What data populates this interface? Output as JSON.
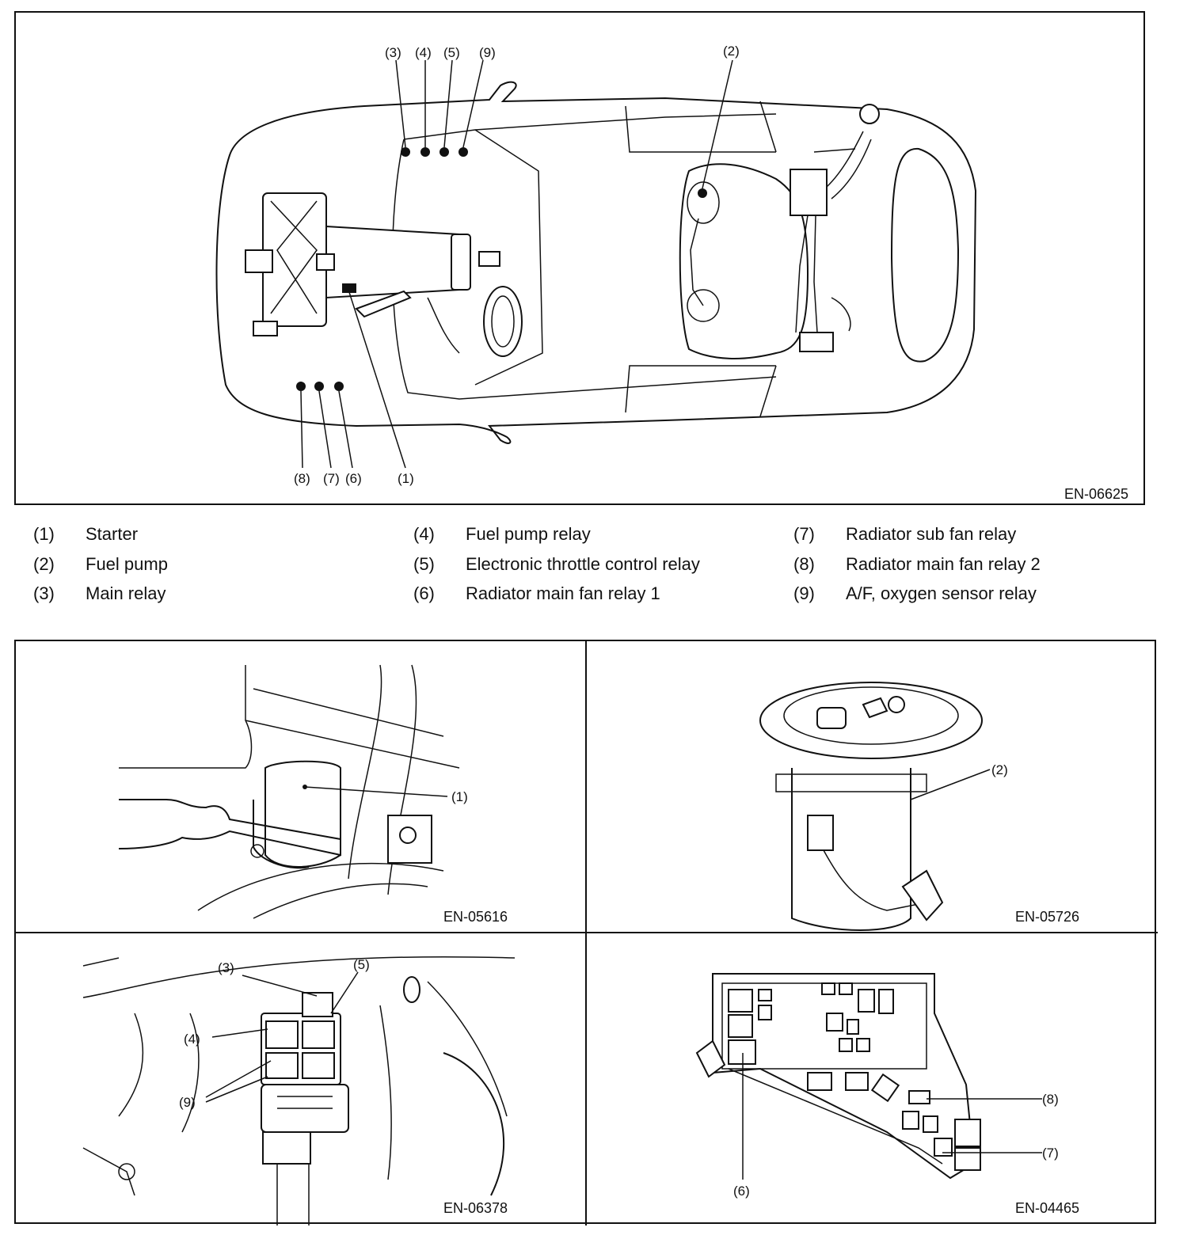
{
  "overview": {
    "code": "EN-06625",
    "labels": {
      "l1": "(1)",
      "l2": "(2)",
      "l3": "(3)",
      "l4": "(4)",
      "l5": "(5)",
      "l6": "(6)",
      "l7": "(7)",
      "l8": "(8)",
      "l9": "(9)"
    }
  },
  "legend": {
    "items": [
      {
        "num": "(1)",
        "text": "Starter"
      },
      {
        "num": "(2)",
        "text": "Fuel pump"
      },
      {
        "num": "(3)",
        "text": "Main relay"
      },
      {
        "num": "(4)",
        "text": "Fuel pump relay"
      },
      {
        "num": "(5)",
        "text": "Electronic throttle control relay"
      },
      {
        "num": "(6)",
        "text": "Radiator main fan relay 1"
      },
      {
        "num": "(7)",
        "text": "Radiator sub fan relay"
      },
      {
        "num": "(8)",
        "text": "Radiator main fan relay 2"
      },
      {
        "num": "(9)",
        "text": "A/F, oxygen sensor relay"
      }
    ]
  },
  "panels": {
    "starter": {
      "code": "EN-05616",
      "label": "(1)"
    },
    "fuel_pump": {
      "code": "EN-05726",
      "label": "(2)"
    },
    "relays": {
      "code": "EN-06378",
      "l3": "(3)",
      "l4": "(4)",
      "l5": "(5)",
      "l9": "(9)"
    },
    "fuse_box": {
      "code": "EN-04465",
      "l6": "(6)",
      "l7": "(7)",
      "l8": "(8)"
    }
  }
}
